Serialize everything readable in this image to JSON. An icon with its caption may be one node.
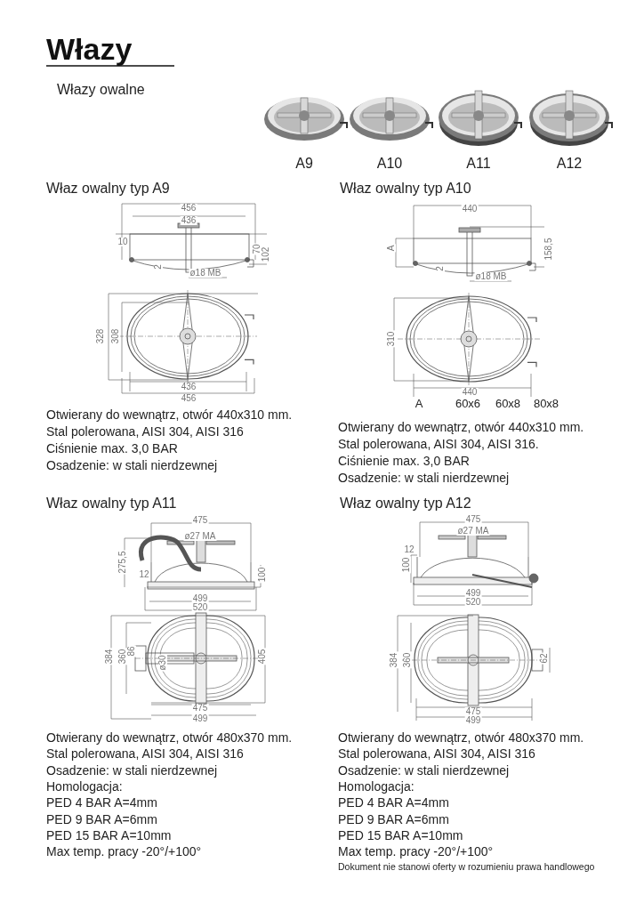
{
  "diagram": {
    "title": "Włazy",
    "labels": [
      "Włazy owalne",
      "A9",
      "A10",
      "A11",
      "A12",
      "Właz owalny typ A9",
      "Właz owalny typ A10",
      "456",
      "436",
      "10",
      "70",
      "102",
      "2",
      "ø18 MB",
      "328",
      "308",
      "436",
      "456",
      "440",
      "A",
      "2",
      "158,5",
      "ø18 MB",
      "310",
      "440",
      "A",
      "60x6",
      "60x8",
      "80x8",
      "Otwierany do wewnątrz, otwór 440x310 mm.",
      "Stal polerowana, AISI 304, AISI 316",
      "Ciśnienie max. 3,0 BAR",
      "Osadzenie: w stali nierdzewnej",
      "Otwierany do wewnątrz, otwór 440x310 mm.",
      "Stal polerowana, AISI 304, AISI 316.",
      "Ciśnienie max. 3,0 BAR",
      "Osadzenie: w stali nierdzewnej",
      "Właz owalny typ A11",
      "Właz owalny typ A12",
      "475",
      "ø27 MA",
      "275,5",
      "12",
      "100",
      "499",
      "520",
      "384",
      "360",
      "86",
      "ø30",
      "405",
      "475",
      "499",
      "475",
      "ø27 MA",
      "12",
      "100",
      "499",
      "520",
      "384",
      "360",
      "62",
      "475",
      "499",
      "Otwierany do wewnątrz, otwór 480x370 mm.",
      "Stal polerowana, AISI 304, AISI 316",
      "Osadzenie: w stali nierdzewnej",
      "Homologacja:",
      "PED 4 BAR A=4mm",
      "PED 9 BAR A=6mm",
      "PED 15 BAR A=10mm",
      "Max temp. pracy -20°/+100°",
      "Otwierany do wewnątrz, otwór 480x370 mm.",
      "Stal polerowana, AISI 304, AISI 316",
      "Osadzenie: w stali nierdzewnej",
      "Homologacja:",
      "PED 4 BAR A=4mm",
      "PED 9 BAR A=6mm",
      "PED 15 BAR A=10mm",
      "Max temp. pracy -20°/+100°",
      "Dokument nie stanowi oferty w rozumieniu prawa handlowego"
    ]
  }
}
